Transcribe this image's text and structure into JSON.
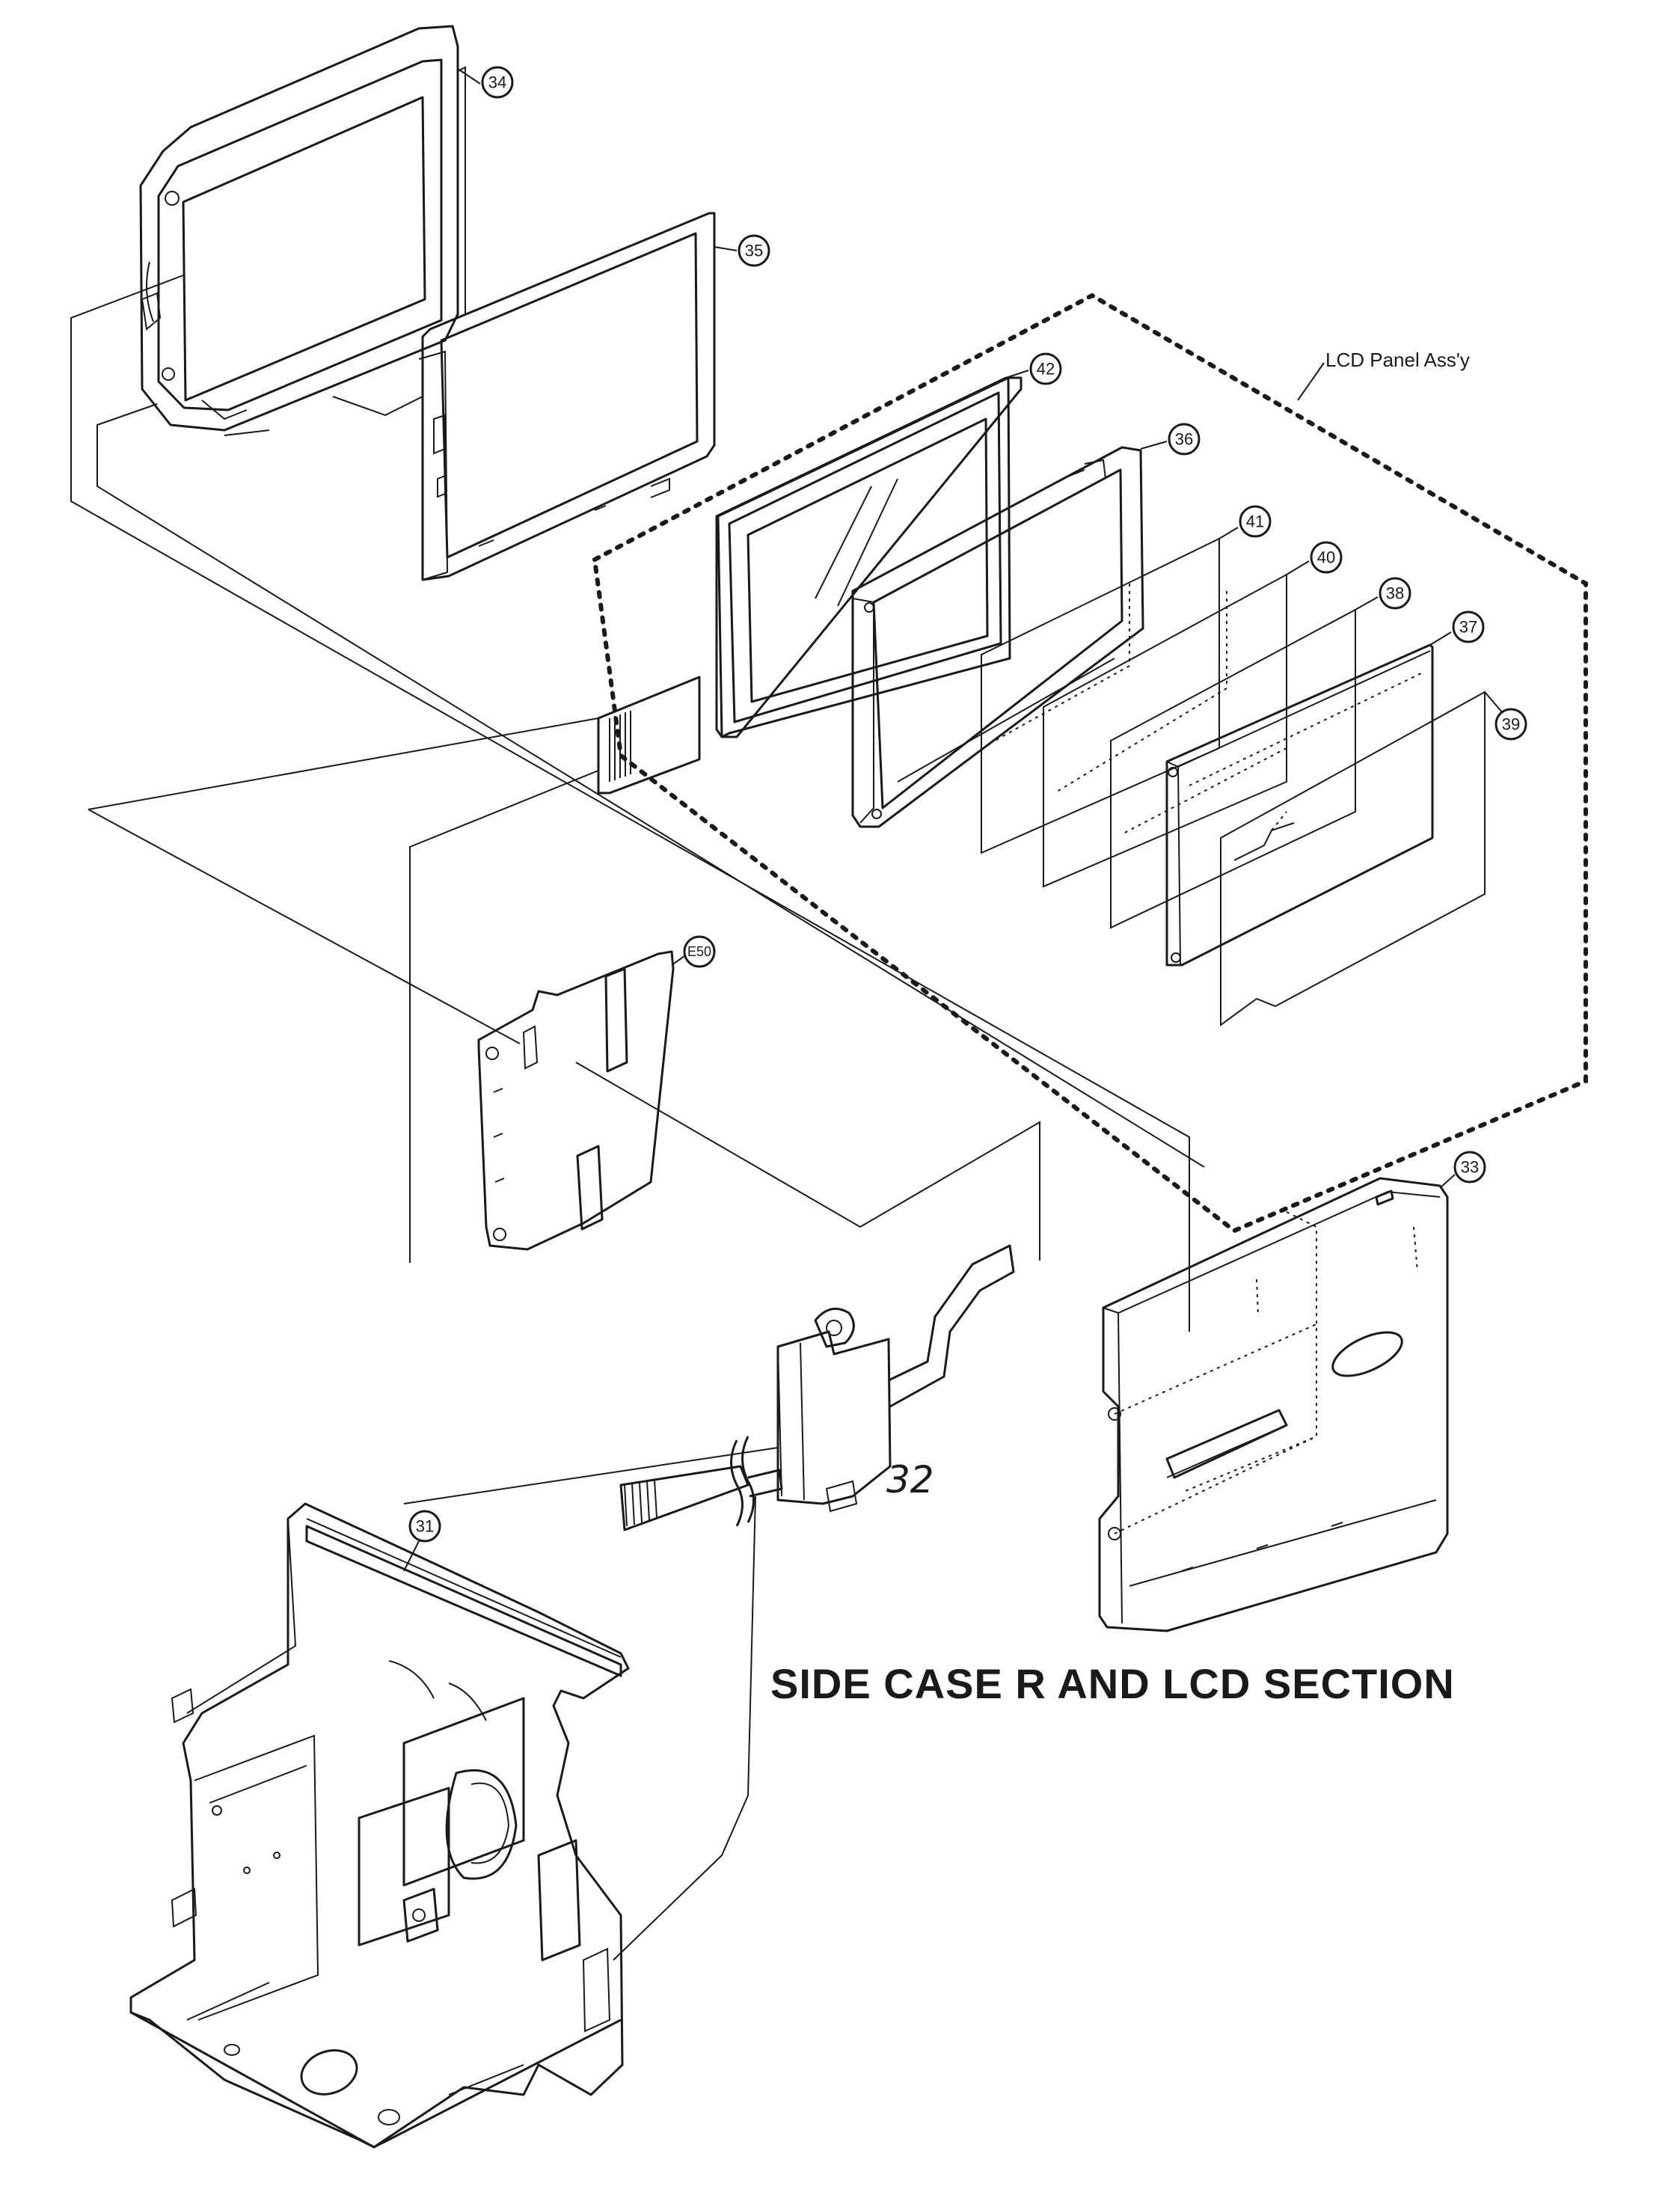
{
  "title": "SIDE CASE R AND LCD SECTION",
  "assy_label": "LCD Panel Ass'y",
  "handwritten_label": "32",
  "callouts": {
    "p31": "31",
    "p33": "33",
    "p34": "34",
    "p35": "35",
    "p36": "36",
    "p37": "37",
    "p38": "38",
    "p39": "39",
    "p40": "40",
    "p41": "41",
    "p42": "42",
    "p50": "E50"
  }
}
